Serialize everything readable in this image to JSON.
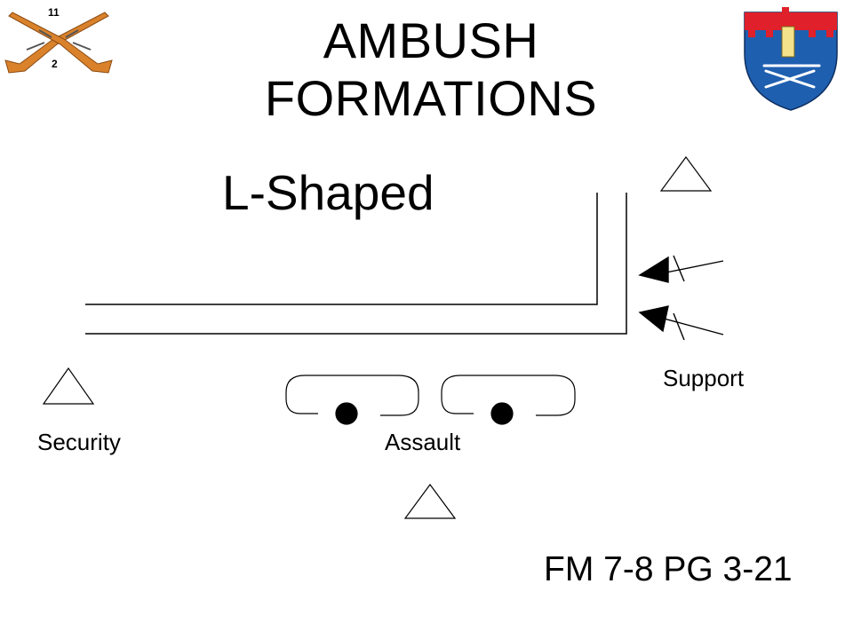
{
  "title": {
    "line1": "AMBUSH",
    "line2": "FORMATIONS"
  },
  "subtitle": "L-Shaped",
  "labels": {
    "support": "Support",
    "security": "Security",
    "assault": "Assault"
  },
  "reference": "FM 7-8 PG 3-21",
  "insignia": {
    "top_number": "11",
    "bottom_number": "2"
  },
  "colors": {
    "line": "#000000",
    "rifle_wood": "#d9822b",
    "shield_blue": "#1f5fb0",
    "shield_red": "#e0202a",
    "tower_yellow": "#f4e38a"
  }
}
